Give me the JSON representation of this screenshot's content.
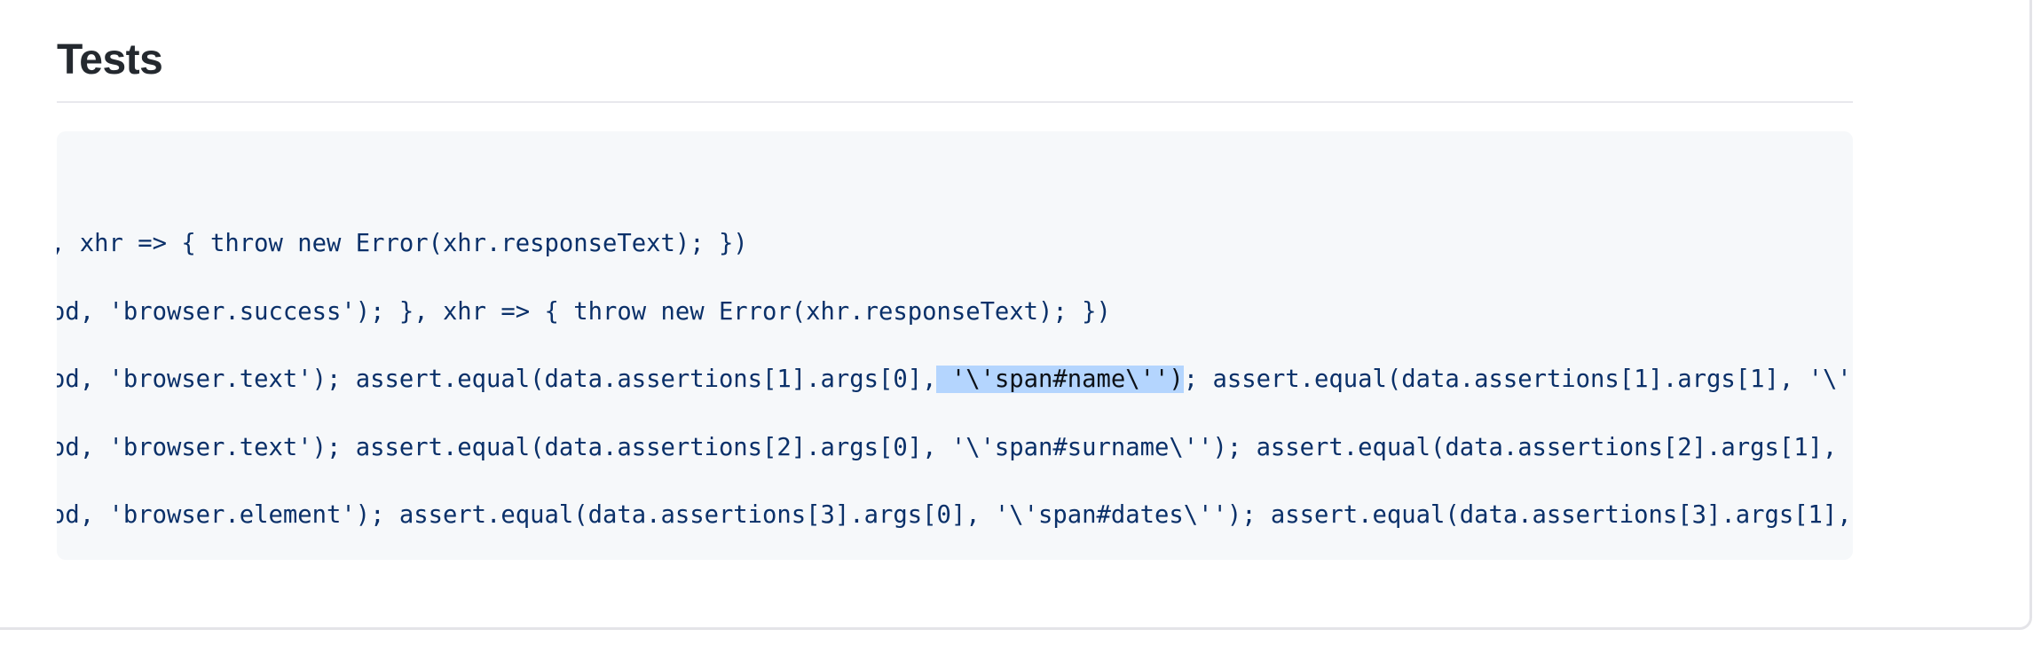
{
  "section": {
    "title": "Tests"
  },
  "code": {
    "lines": [
      {
        "text": ", xhr => { throw new Error(xhr.responseText); })"
      },
      {
        "text": "od, 'browser.success'); }, xhr => { throw new Error(xhr.responseText); })"
      },
      {
        "before": "od, 'browser.text'); assert.equal(data.assertions[1].args[0],",
        "selected": " '\\'span#name\\'')",
        "after": "; assert.equal(data.assertions[1].args[1], '\\'"
      },
      {
        "text": "od, 'browser.text'); assert.equal(data.assertions[2].args[0], '\\'span#surname\\''); assert.equal(data.assertions[2].args[1],"
      },
      {
        "text": "od, 'browser.element'); assert.equal(data.assertions[3].args[0], '\\'span#dates\\''); assert.equal(data.assertions[3].args[1],"
      }
    ]
  },
  "colors": {
    "code_text": "#0a3069",
    "code_background": "#f6f8fa",
    "selection_highlight": "#b4d5fe",
    "title_text": "#24292f",
    "divider": "#e8e8ed"
  }
}
